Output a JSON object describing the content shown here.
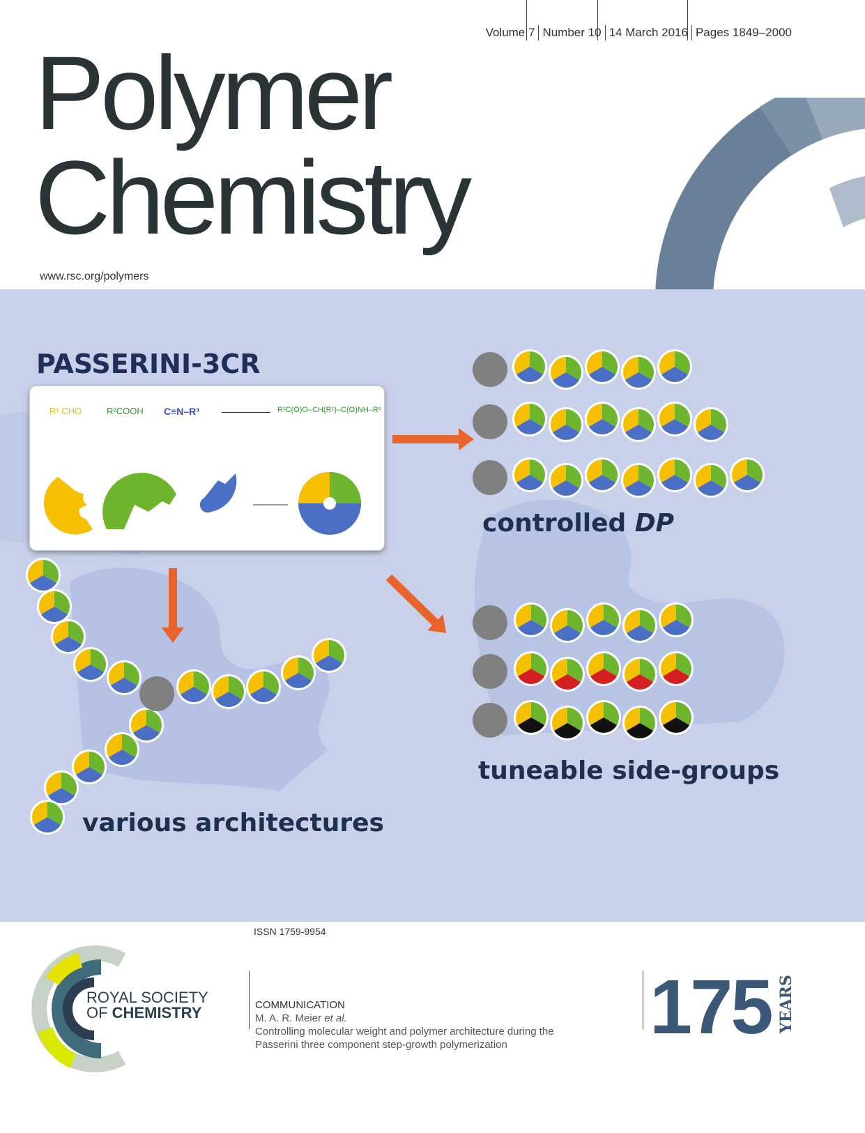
{
  "header": {
    "volume": "Volume 7",
    "number": "Number 10",
    "date": "14 March 2016",
    "pages": "Pages 1849–2000"
  },
  "journal": {
    "title_line1": "Polymer",
    "title_line2": "Chemistry",
    "url": "www.rsc.org/polymers"
  },
  "artwork": {
    "heading": "PASSERINI-3CR",
    "reaction": {
      "aldehyde": "R¹ CHO",
      "acid": "R²COOH",
      "isocyanide": "C≡N–R³",
      "product": "R²C(O)O–CH(R¹)–C(O)NH–R³"
    },
    "label_controlled": "controlled ",
    "label_controlled_em": "DP",
    "label_tuneable": "tuneable side-groups",
    "label_architectures": "various architectures",
    "colors": {
      "yellow": "#f5c000",
      "green": "#6cb52d",
      "blue": "#4a6fc4",
      "red": "#d42020",
      "black": "#111111",
      "core": "#808080",
      "arrow": "#e8642a",
      "background": "#c9d1ea"
    }
  },
  "footer": {
    "issn": "ISSN 1759-9954",
    "publisher_line1": "ROYAL SOCIETY",
    "publisher_line2_prefix": "OF ",
    "publisher_line2": "CHEMISTRY",
    "article_type": "COMMUNICATION",
    "authors": "M. A. R. Meier ",
    "authors_etal": "et al.",
    "article_title_1": "Controlling molecular weight and polymer architecture during the",
    "article_title_2": "Passerini three component step-growth polymerization",
    "anniversary": "175",
    "anniversary_label": "YEARS"
  }
}
